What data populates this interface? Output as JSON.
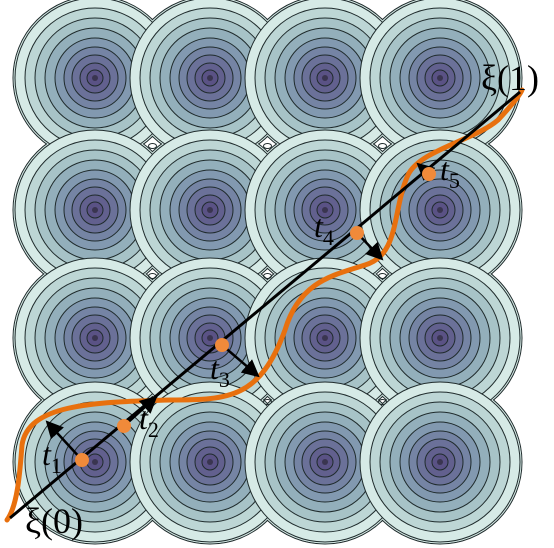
{
  "figure": {
    "grid": {
      "rows": 4,
      "cols": 4
    },
    "colors": {
      "background": "#ffffff",
      "contour_line": "#1f2b2c",
      "contour_levels": [
        "#d6eae6",
        "#bdd6d5",
        "#a7c3c7",
        "#93afbb",
        "#8299b0",
        "#7584a4",
        "#6b7199",
        "#62608e",
        "#5a5285"
      ],
      "orange_path": "#e8700e",
      "orange_dot": "#f08a3a",
      "straight_path": "#000000",
      "arrow": "#000000"
    },
    "labels": {
      "xi_start": "ξ(0)",
      "xi_end": "ξ(1)"
    },
    "points": [
      {
        "t": "t",
        "sub": "1"
      },
      {
        "t": "t",
        "sub": "2"
      },
      {
        "t": "t",
        "sub": "3"
      },
      {
        "t": "t",
        "sub": "4"
      },
      {
        "t": "t",
        "sub": "5"
      }
    ]
  }
}
